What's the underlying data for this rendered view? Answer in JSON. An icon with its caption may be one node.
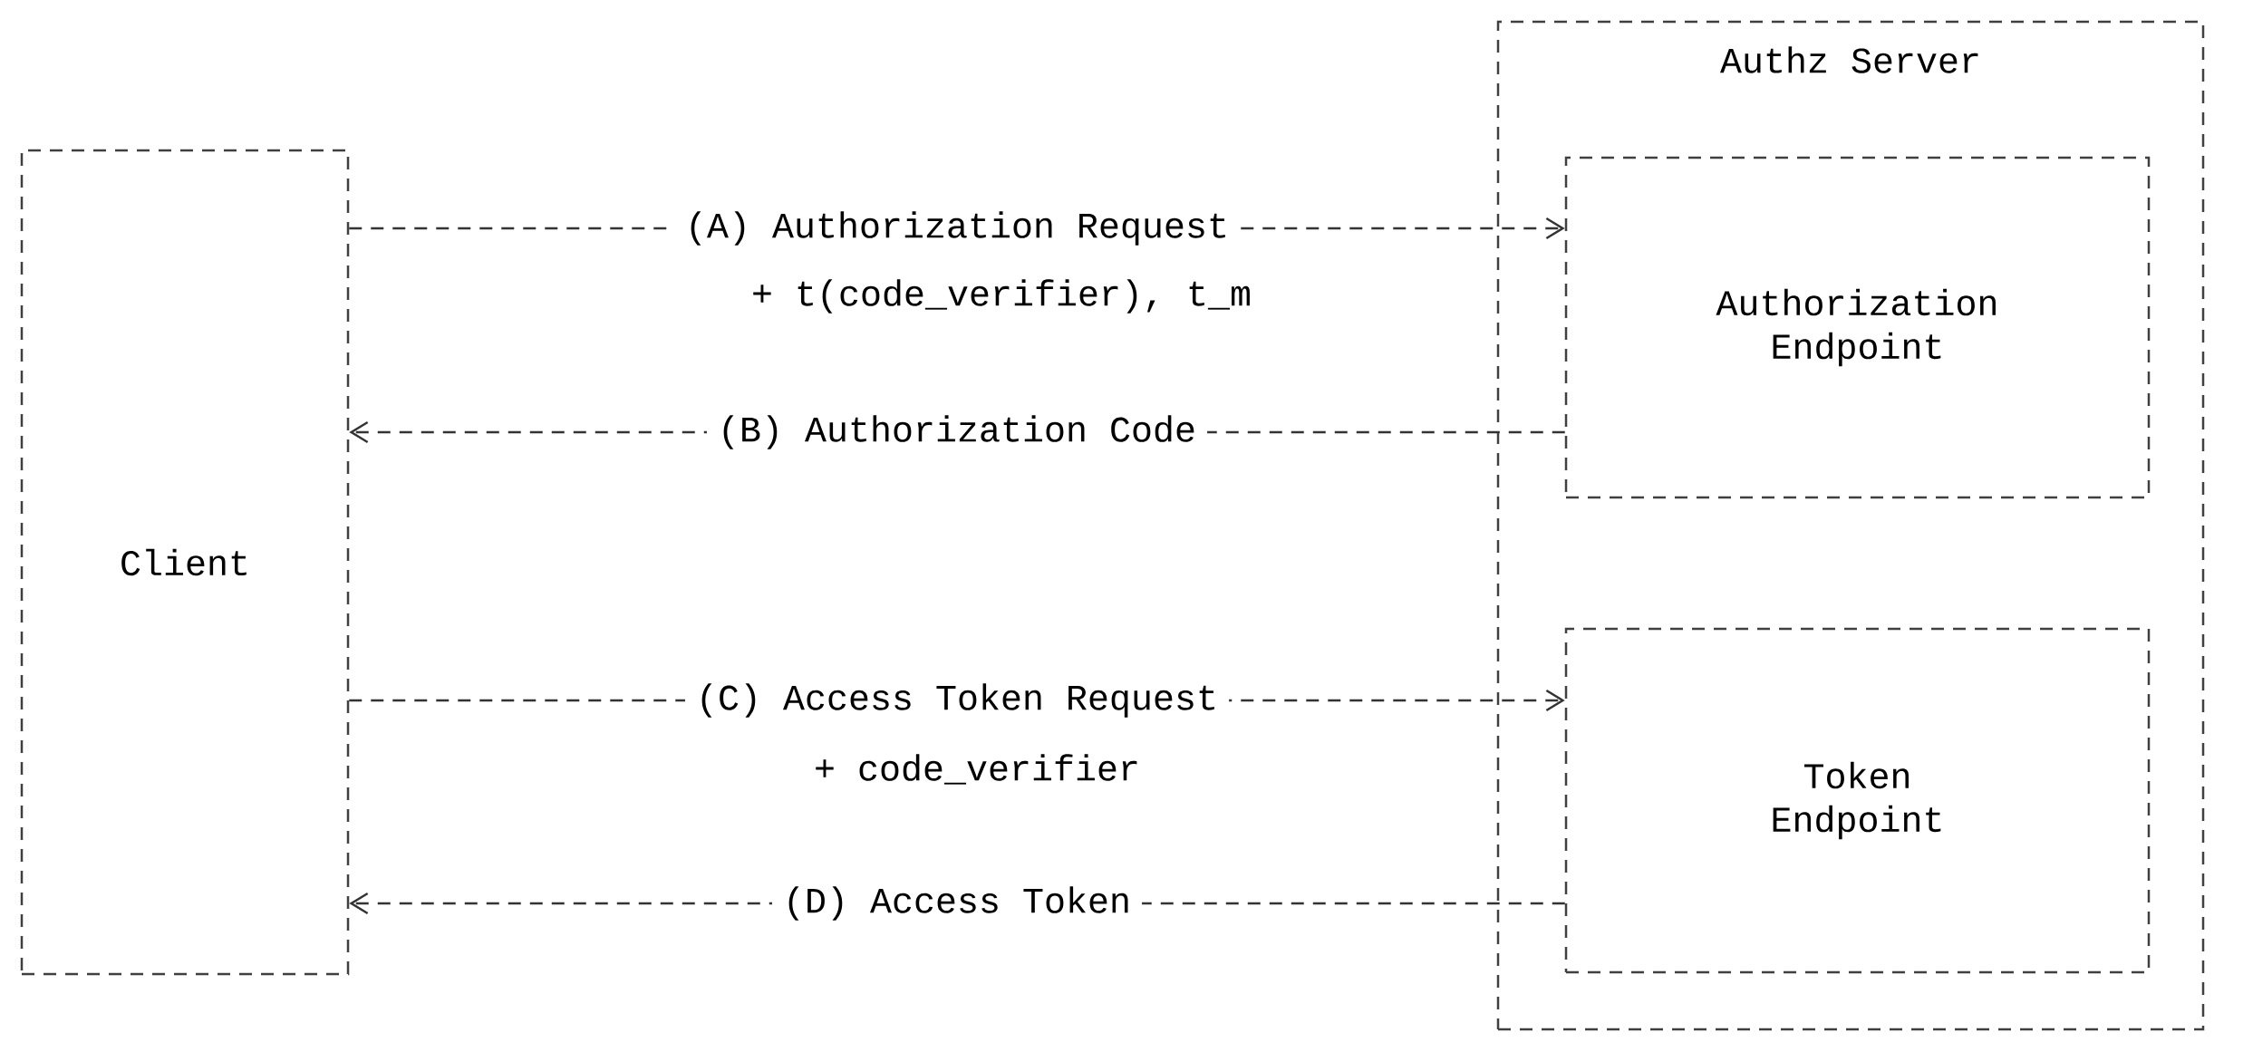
{
  "diagram": {
    "nodes": [
      {
        "text": [
          "Client"
        ]
      },
      {
        "text": [
          "Authz Server"
        ]
      },
      {
        "text": [
          "Authorization Endpoint"
        ],
        "in": 1
      },
      {
        "text": [
          "Token Endpoint"
        ],
        "in": 1
      }
    ],
    "edges": [
      {
        "from": 0,
        "to": 2,
        "arrow": "to",
        "label": "(A) Authorization Request"
      },
      {
        "from": 2,
        "to": 0,
        "arrow": "to",
        "label": "(B) Authorization Code"
      },
      {
        "from": 0,
        "to": 3,
        "arrow": "to",
        "label": "(C) Access Token Request"
      },
      {
        "from": 3,
        "to": 0,
        "arrow": "to",
        "label": "(D) Access Token"
      }
    ],
    "labels": [
      "+ t(code_verifier), t_m",
      "+ code_verifier"
    ]
  }
}
